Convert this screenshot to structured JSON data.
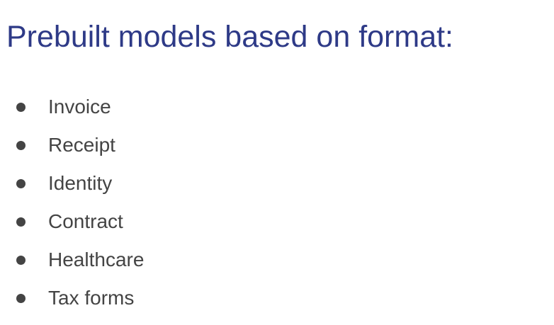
{
  "slide": {
    "title": "Prebuilt models based on format:",
    "title_color": "#2e3a87",
    "text_color": "#444444",
    "bullet_icon": "bullet-dot-icon",
    "items": [
      {
        "label": "Invoice"
      },
      {
        "label": "Receipt"
      },
      {
        "label": "Identity"
      },
      {
        "label": "Contract"
      },
      {
        "label": "Healthcare"
      },
      {
        "label": "Tax forms"
      }
    ]
  }
}
